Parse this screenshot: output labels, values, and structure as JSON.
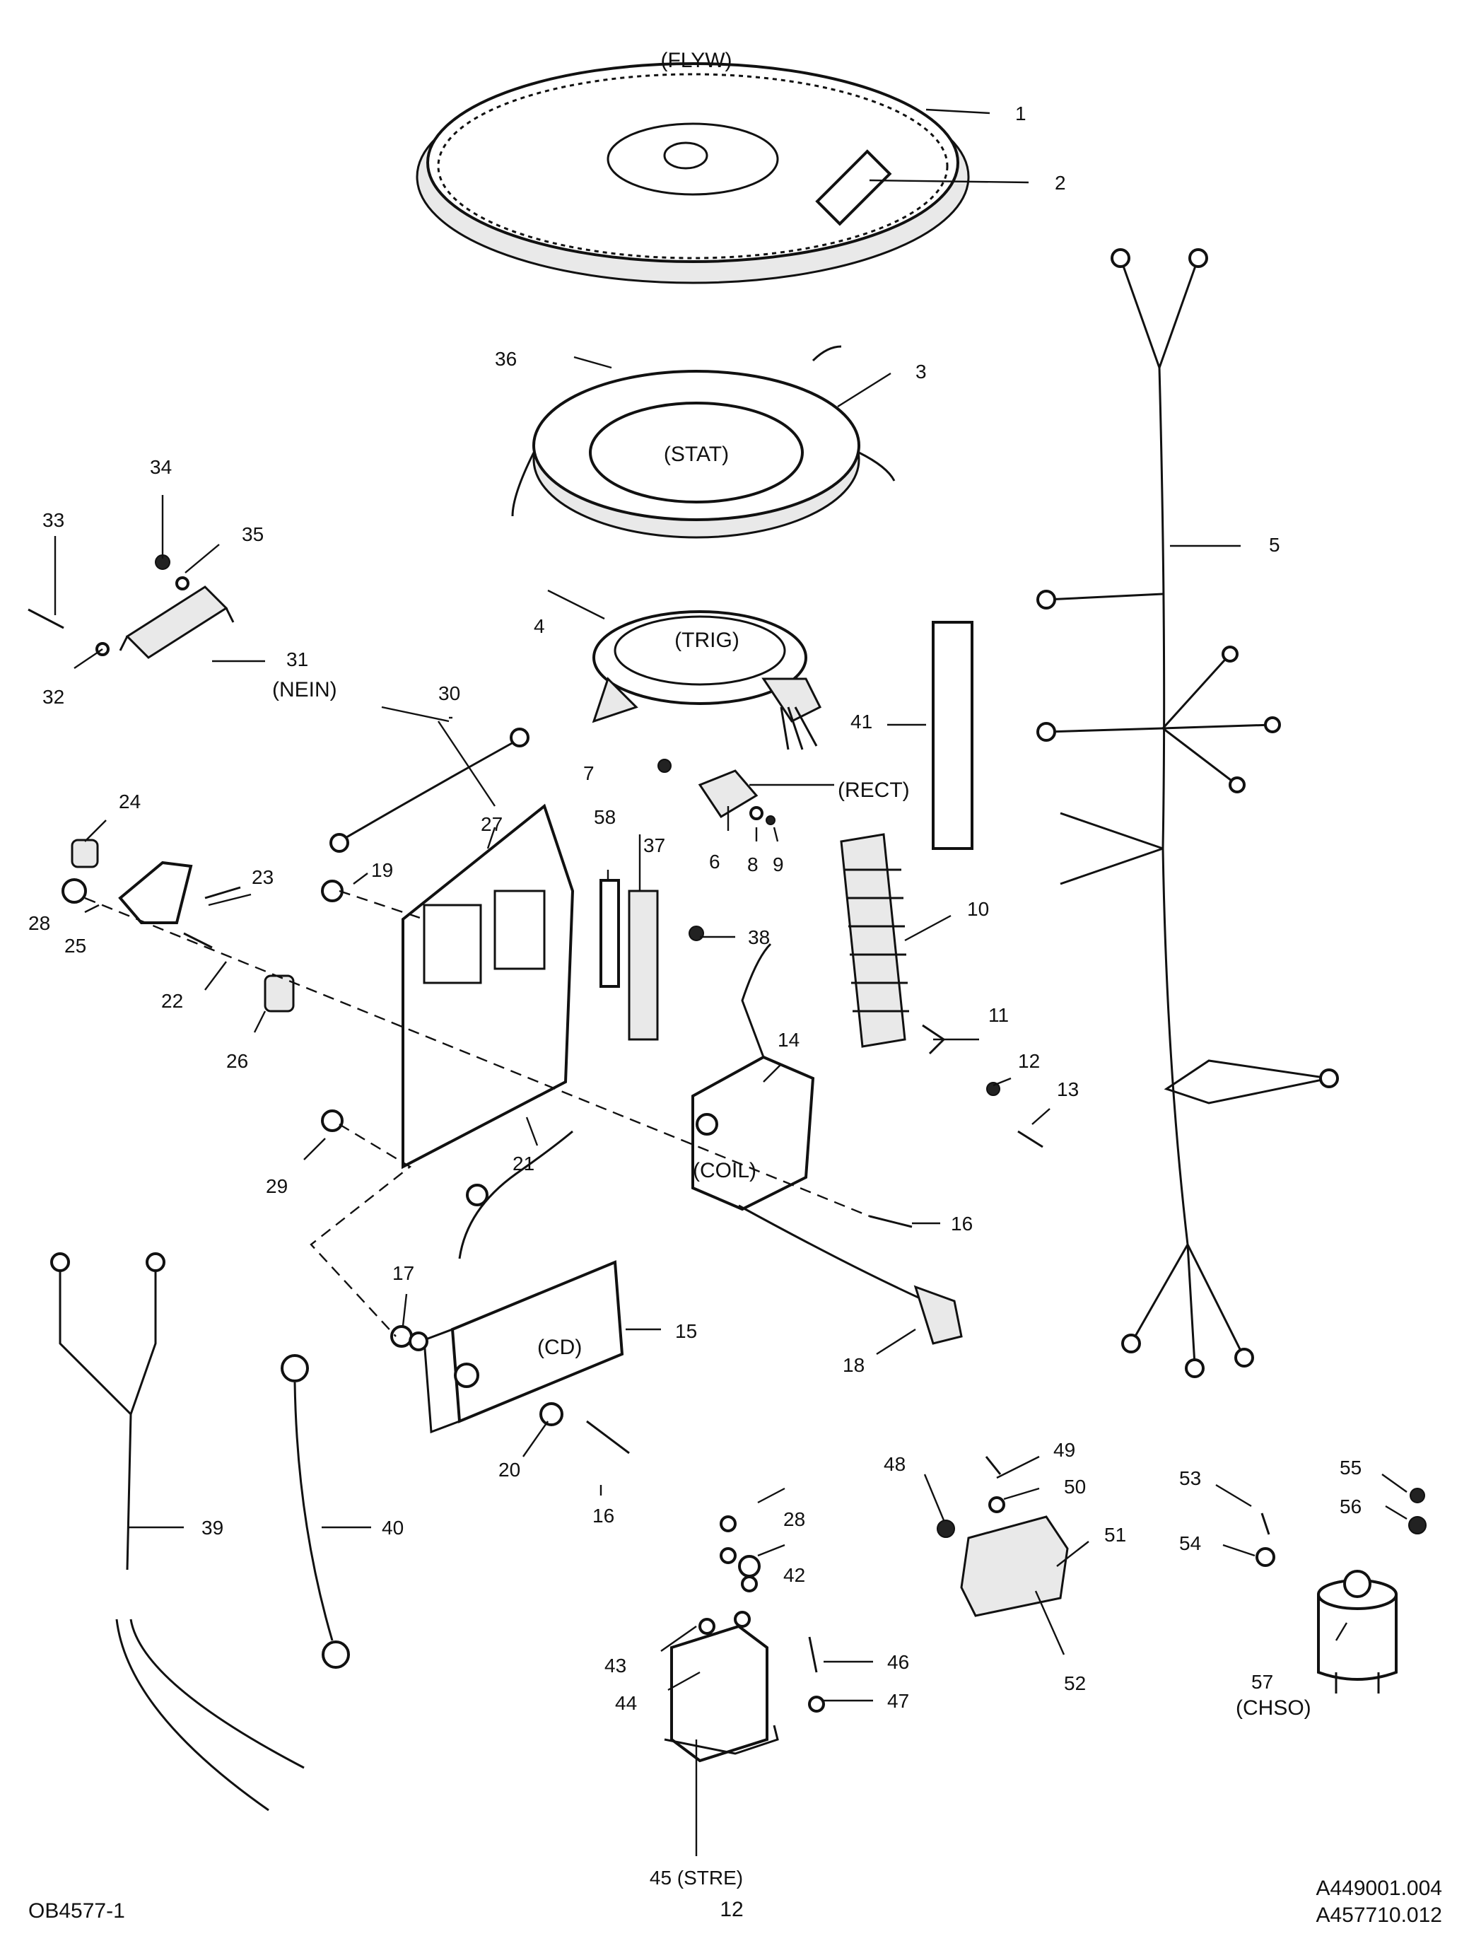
{
  "callouts": [
    {
      "id": "c1",
      "text": "1"
    },
    {
      "id": "c2",
      "text": "2"
    },
    {
      "id": "c3",
      "text": "3"
    },
    {
      "id": "c4",
      "text": "4"
    },
    {
      "id": "c5",
      "text": "5"
    },
    {
      "id": "c6",
      "text": "6"
    },
    {
      "id": "c7",
      "text": "7"
    },
    {
      "id": "c8",
      "text": "8"
    },
    {
      "id": "c9",
      "text": "9"
    },
    {
      "id": "c10",
      "text": "10"
    },
    {
      "id": "c11",
      "text": "11"
    },
    {
      "id": "c12",
      "text": "12"
    },
    {
      "id": "c13",
      "text": "13"
    },
    {
      "id": "c14",
      "text": "14"
    },
    {
      "id": "c15",
      "text": "15"
    },
    {
      "id": "c16a",
      "text": "16"
    },
    {
      "id": "c16b",
      "text": "16"
    },
    {
      "id": "c17",
      "text": "17"
    },
    {
      "id": "c18",
      "text": "18"
    },
    {
      "id": "c19",
      "text": "19"
    },
    {
      "id": "c20",
      "text": "20"
    },
    {
      "id": "c21",
      "text": "21"
    },
    {
      "id": "c22",
      "text": "22"
    },
    {
      "id": "c23",
      "text": "23"
    },
    {
      "id": "c24",
      "text": "24"
    },
    {
      "id": "c25",
      "text": "25"
    },
    {
      "id": "c26",
      "text": "26"
    },
    {
      "id": "c27",
      "text": "27"
    },
    {
      "id": "c28a",
      "text": "28"
    },
    {
      "id": "c28b",
      "text": "28"
    },
    {
      "id": "c29",
      "text": "29"
    },
    {
      "id": "c30",
      "text": "30"
    },
    {
      "id": "c31",
      "text": "31"
    },
    {
      "id": "c32",
      "text": "32"
    },
    {
      "id": "c33",
      "text": "33"
    },
    {
      "id": "c34",
      "text": "34"
    },
    {
      "id": "c35",
      "text": "35"
    },
    {
      "id": "c36",
      "text": "36"
    },
    {
      "id": "c37",
      "text": "37"
    },
    {
      "id": "c38",
      "text": "38"
    },
    {
      "id": "c39",
      "text": "39"
    },
    {
      "id": "c40",
      "text": "40"
    },
    {
      "id": "c41",
      "text": "41"
    },
    {
      "id": "c42",
      "text": "42"
    },
    {
      "id": "c43",
      "text": "43"
    },
    {
      "id": "c44",
      "text": "44"
    },
    {
      "id": "c45",
      "text": "45 (STRE)"
    },
    {
      "id": "c46",
      "text": "46"
    },
    {
      "id": "c47",
      "text": "47"
    },
    {
      "id": "c48",
      "text": "48"
    },
    {
      "id": "c49",
      "text": "49"
    },
    {
      "id": "c50",
      "text": "50"
    },
    {
      "id": "c51",
      "text": "51"
    },
    {
      "id": "c52",
      "text": "52"
    },
    {
      "id": "c53",
      "text": "53"
    },
    {
      "id": "c54",
      "text": "54"
    },
    {
      "id": "c55",
      "text": "55"
    },
    {
      "id": "c56",
      "text": "56"
    },
    {
      "id": "c57",
      "text": "57"
    },
    {
      "id": "c58",
      "text": "58"
    }
  ],
  "part_labels": {
    "flyw": "(FLYW)",
    "stat": "(STAT)",
    "trig": "(TRIG)",
    "rect": "(RECT)",
    "nein": "(NEIN)",
    "coil": "(COIL)",
    "cd": "(CD)",
    "chso": "(CHSO)"
  },
  "footer": {
    "left_code": "OB4577-1",
    "page_number": "12",
    "ref_1": "A449001.004",
    "ref_2": "A457710.012"
  }
}
